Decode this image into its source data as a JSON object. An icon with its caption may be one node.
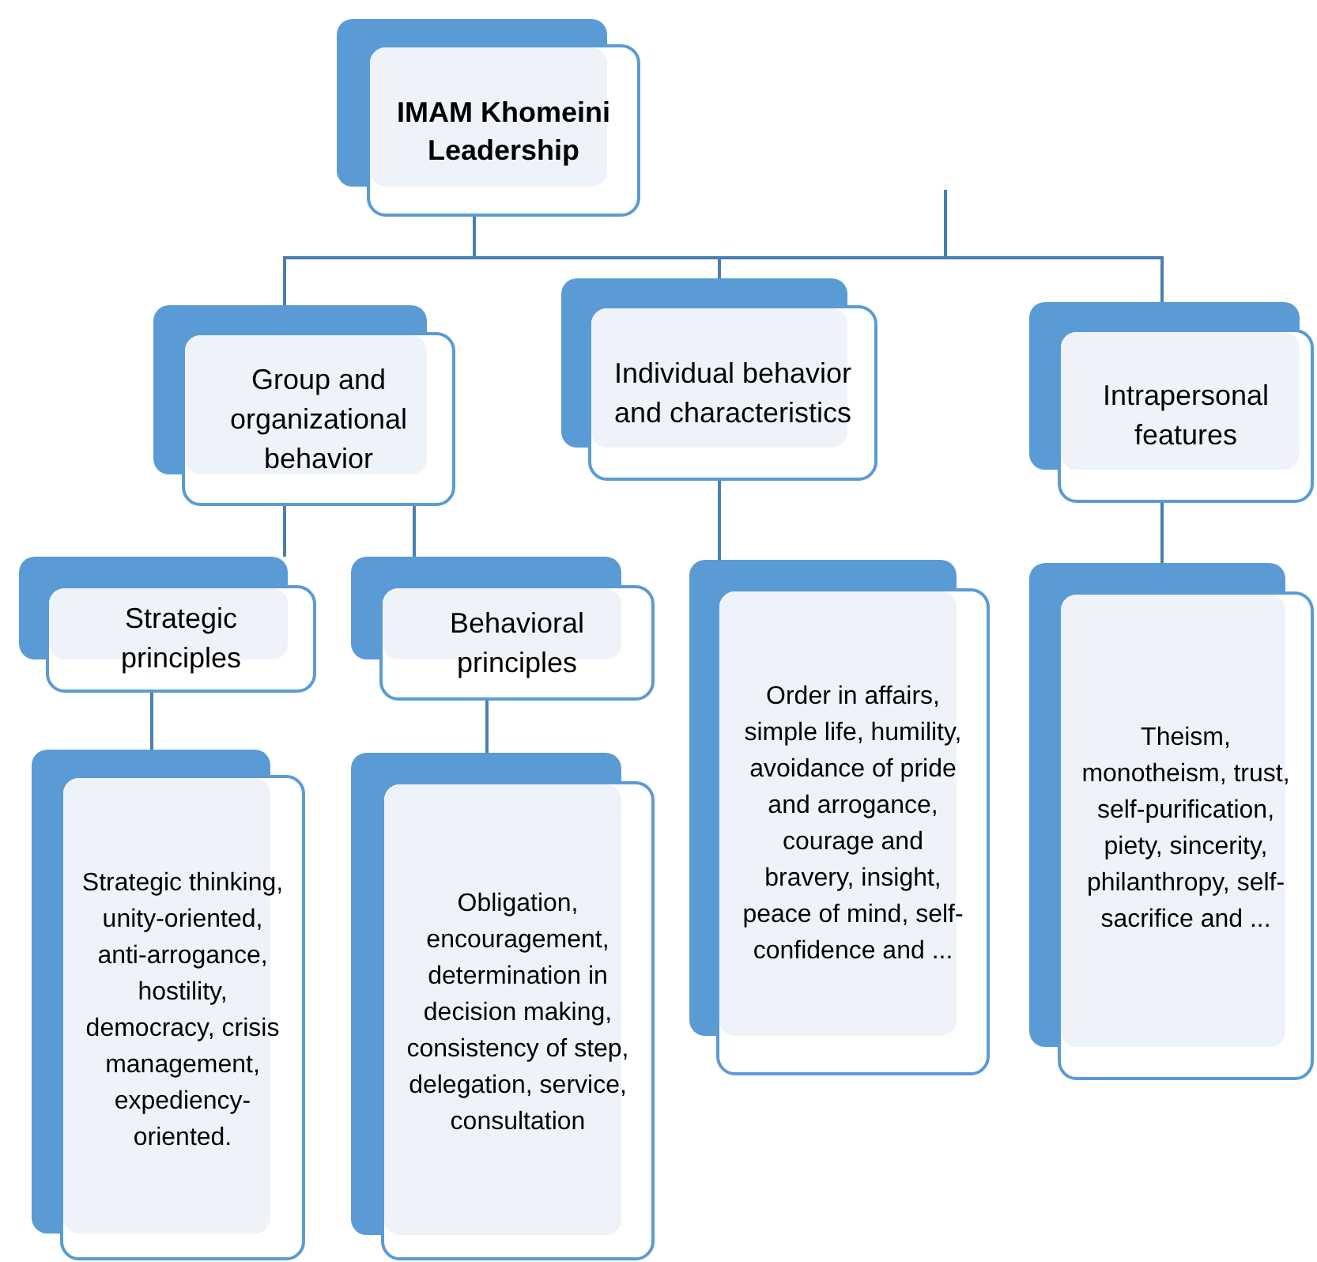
{
  "diagram": {
    "nodes": [
      {
        "text": [
          "IMAM Khomeini Leadership"
        ]
      },
      {
        "text": [
          "Group and organizational behavior"
        ]
      },
      {
        "text": [
          "Individual behavior and characteristics"
        ]
      },
      {
        "text": [
          "Intrapersonal features"
        ]
      },
      {
        "text": [
          "Strategic principles"
        ]
      },
      {
        "text": [
          "Behavioral principles"
        ]
      },
      {
        "text": [
          "Strategic thinking, unity-oriented, anti-arrogance, hostility, democracy, crisis management, expediency-oriented."
        ]
      },
      {
        "text": [
          "Obligation, encouragement, determination in decision making, consistency of step, delegation, service, consultation"
        ]
      },
      {
        "text": [
          "Order in affairs, simple life, humility, avoidance of pride and arrogance, courage and bravery, insight, peace of mind, self-confidence and ..."
        ]
      },
      {
        "text": [
          "Theism, monotheism, trust, self-purification, piety, sincerity, philanthropy, self-sacrifice and ..."
        ]
      }
    ],
    "edges": [
      {
        "from": 0,
        "to": 1,
        "arrow": "none"
      },
      {
        "from": 0,
        "to": 2,
        "arrow": "none"
      },
      {
        "from": 0,
        "to": 3,
        "arrow": "none"
      },
      {
        "from": 1,
        "to": 4,
        "arrow": "none"
      },
      {
        "from": 1,
        "to": 5,
        "arrow": "none"
      },
      {
        "from": 4,
        "to": 6,
        "arrow": "none"
      },
      {
        "from": 5,
        "to": 7,
        "arrow": "none"
      },
      {
        "from": 2,
        "to": 8,
        "arrow": "none"
      },
      {
        "from": 3,
        "to": 9,
        "arrow": "none"
      }
    ]
  }
}
